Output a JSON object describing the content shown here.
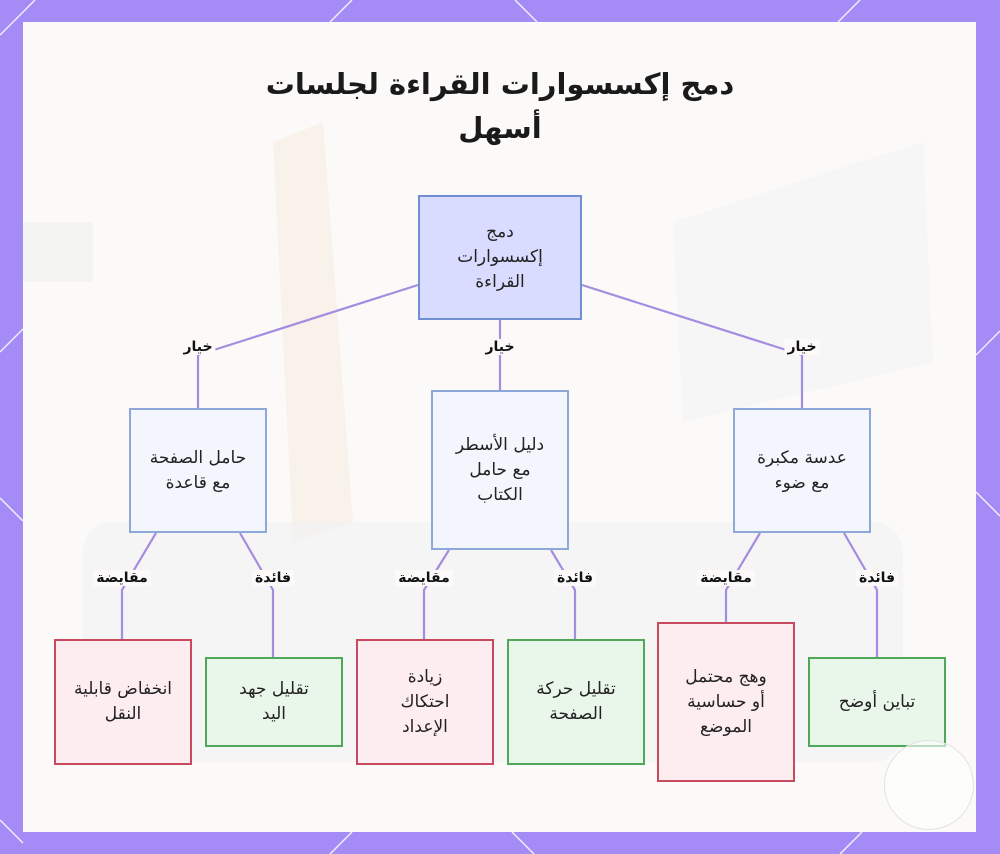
{
  "title": "دمج إكسسوارات القراءة لجلسات أسهل",
  "root": {
    "label": "دمج إكسسوارات القراءة"
  },
  "options": [
    {
      "label": "حامل الصفحة مع قاعدة",
      "edge_label": "خيار",
      "tradeoff": {
        "edge_label": "مقايضة",
        "label": "انخفاض قابلية النقل"
      },
      "benefit": {
        "edge_label": "فائدة",
        "label": "تقليل جهد اليد"
      }
    },
    {
      "label": "دليل الأسطر مع حامل الكتاب",
      "edge_label": "خيار",
      "tradeoff": {
        "edge_label": "مقايضة",
        "label": "زيادة احتكاك الإعداد"
      },
      "benefit": {
        "edge_label": "فائدة",
        "label": "تقليل حركة الصفحة"
      }
    },
    {
      "label": "عدسة مكبرة مع ضوء",
      "edge_label": "خيار",
      "tradeoff": {
        "edge_label": "مقايضة",
        "label": "وهج محتمل أو حساسية الموضع"
      },
      "benefit": {
        "edge_label": "فائدة",
        "label": "تباين أوضح"
      }
    }
  ],
  "colors": {
    "frame": "#a58bf5",
    "edge": "#a48de0",
    "root_fill": "#d9dcff",
    "option_fill": "#f3f6fd",
    "tradeoff_border": "#c84a5e",
    "benefit_border": "#4fa85a"
  }
}
